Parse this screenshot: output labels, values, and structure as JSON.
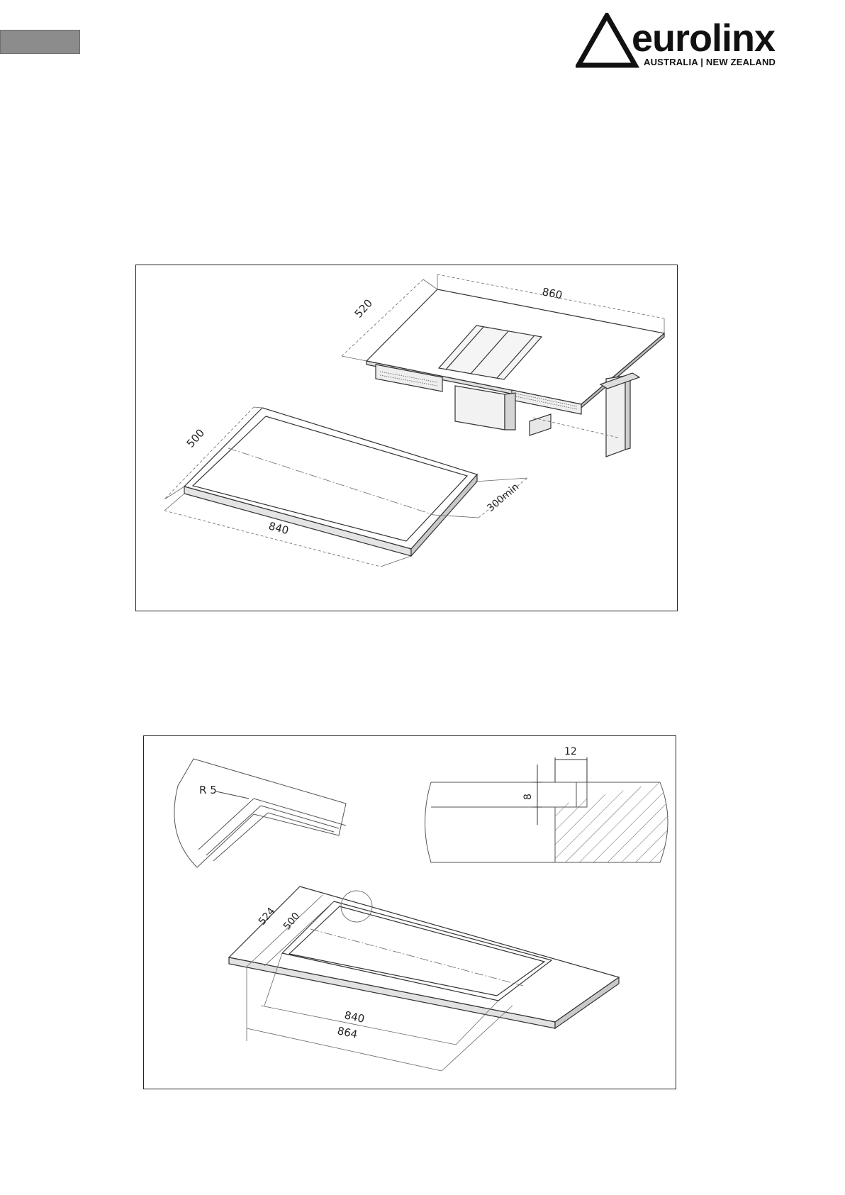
{
  "brand": {
    "name": "eurolinx",
    "tagline": "AUSTRALIA | NEW ZEALAND",
    "color": "#111111"
  },
  "figure1": {
    "dim_width": "860",
    "dim_depth": "520",
    "cutout_depth": "500",
    "cutout_width": "840",
    "clearance": "300min"
  },
  "figure2": {
    "radius": "R 5",
    "rebate_width": "12",
    "rebate_depth": "8",
    "outer_depth": "524",
    "inner_depth": "500",
    "inner_width": "840",
    "outer_width": "864"
  }
}
